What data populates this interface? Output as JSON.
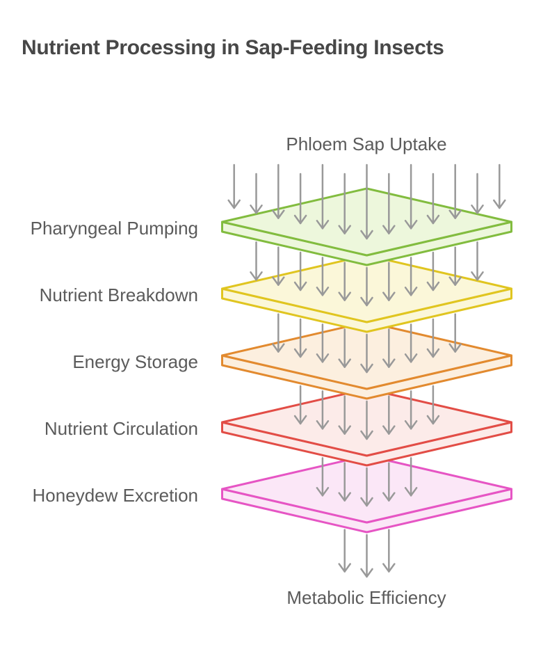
{
  "title": "Nutrient Processing in Sap-Feeding Insects",
  "diagram": {
    "input_label": "Phloem Sap Uptake",
    "output_label": "Metabolic Efficiency",
    "arrow_color": "#999999",
    "layers": [
      {
        "label": "Pharyngeal Pumping",
        "border_color": "#82BC3F",
        "fill_color": "#EDF7DC"
      },
      {
        "label": "Nutrient Breakdown",
        "border_color": "#E0C520",
        "fill_color": "#FBF7D9"
      },
      {
        "label": "Energy Storage",
        "border_color": "#E28A2F",
        "fill_color": "#FCEFDF"
      },
      {
        "label": "Nutrient Circulation",
        "border_color": "#E24D46",
        "fill_color": "#FCEBE9"
      },
      {
        "label": "Honeydew Excretion",
        "border_color": "#E655C4",
        "fill_color": "#FBE7F7"
      }
    ],
    "arrow_rows": [
      13,
      11,
      9,
      7,
      5,
      3
    ]
  }
}
